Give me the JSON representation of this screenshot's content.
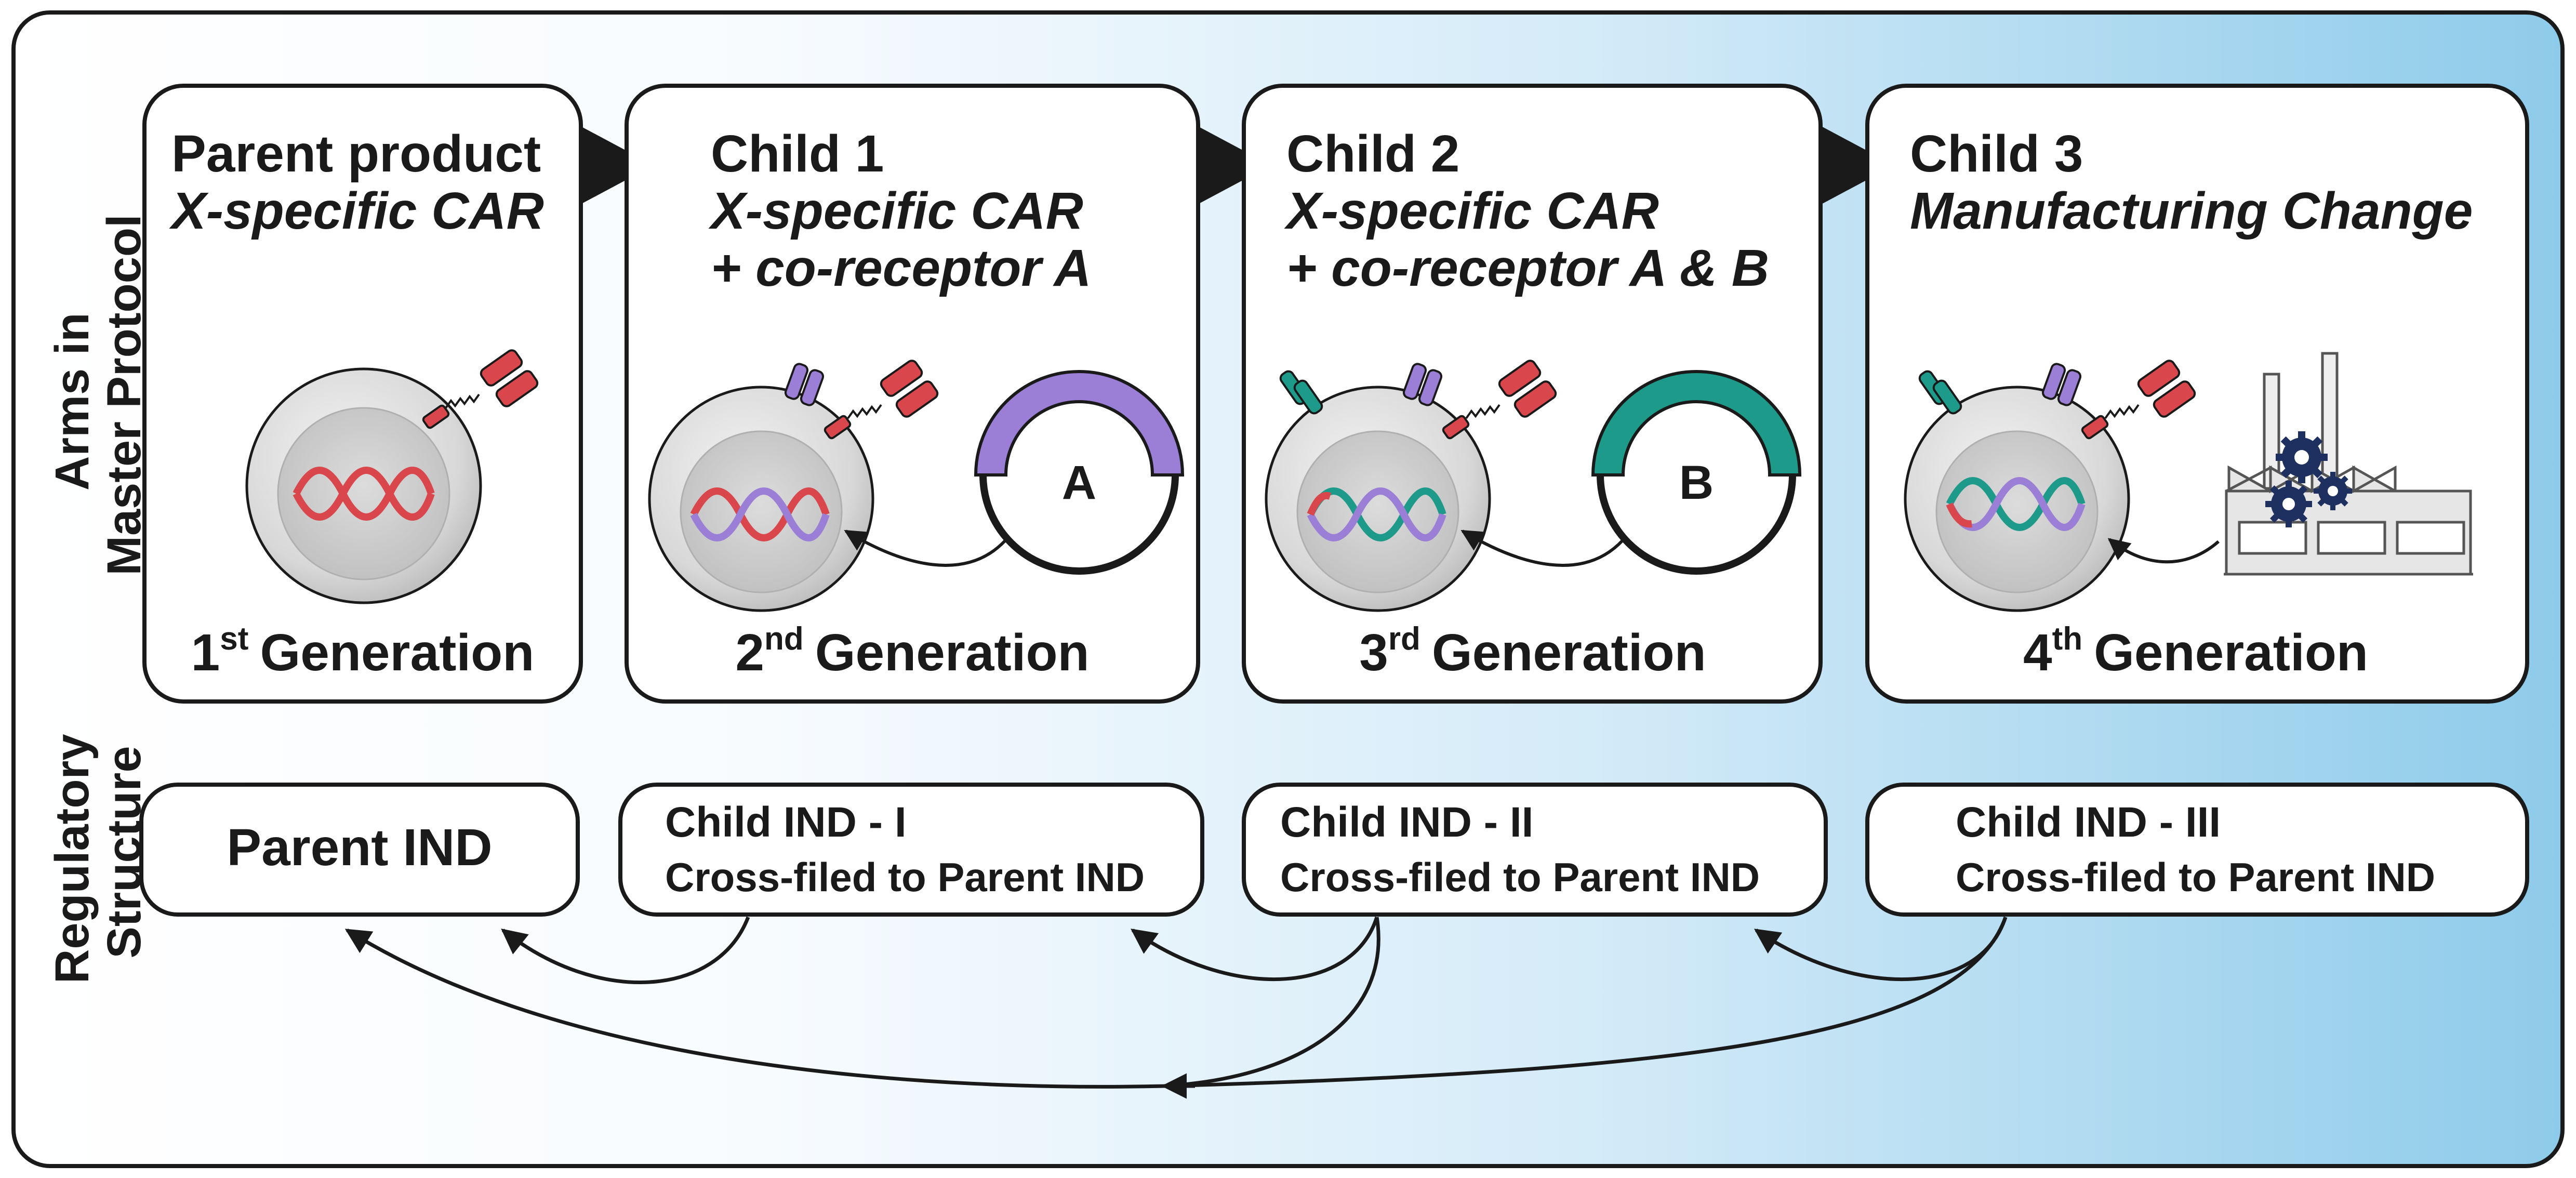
{
  "side_labels": {
    "arms": [
      "Arms in",
      "Master Protocol"
    ],
    "regulatory": [
      "Regulatory",
      "Structure"
    ]
  },
  "arms": [
    {
      "title": "Parent product",
      "line1": "X-specific CAR",
      "line2": "",
      "gen_num": "1",
      "gen_sup": "st",
      "gen_word": "Generation"
    },
    {
      "title": "Child 1",
      "line1": "X-specific CAR",
      "line2": "+ co-receptor A",
      "gen_num": "2",
      "gen_sup": "nd",
      "gen_word": "Generation",
      "vector_label": "A"
    },
    {
      "title": "Child 2",
      "line1": "X-specific CAR",
      "line2": "+ co-receptor A & B",
      "gen_num": "3",
      "gen_sup": "rd",
      "gen_word": "Generation",
      "vector_label": "B"
    },
    {
      "title": "Child 3",
      "line1": "Manufacturing Change",
      "line2": "",
      "gen_num": "4",
      "gen_sup": "th",
      "gen_word": "Generation"
    }
  ],
  "regulatory": [
    {
      "title": "Parent IND",
      "subtitle": ""
    },
    {
      "title": "Child IND - I",
      "subtitle": "Cross-filed to Parent IND"
    },
    {
      "title": "Child IND - II",
      "subtitle": "Cross-filed to Parent IND"
    },
    {
      "title": "Child IND - III",
      "subtitle": "Cross-filed to Parent IND"
    }
  ],
  "colors": {
    "outline": "#1a1a1a",
    "gradient_start": "#ffffff",
    "gradient_end": "#8ecbea",
    "car_red": "#d9464b",
    "co_receptor_a": "#9b7fd6",
    "co_receptor_b": "#1e9a8a",
    "cell_gray": "#d6d6d6",
    "gear_navy": "#1e3060"
  },
  "icons": [
    "t-cell-icon",
    "dna-icon",
    "car-receptor-icon",
    "plasmid-icon",
    "factory-icon",
    "gear-icon",
    "arrow-icon"
  ]
}
